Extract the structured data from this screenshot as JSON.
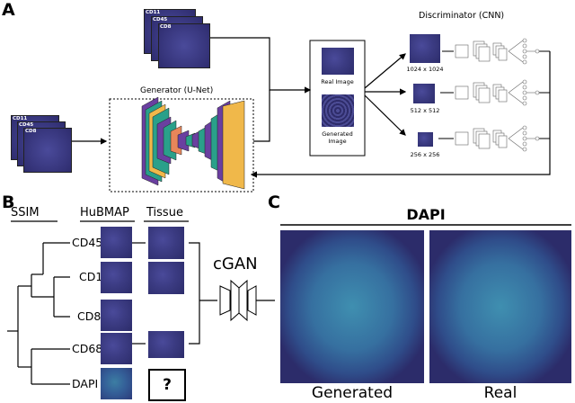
{
  "panels": {
    "a": "A",
    "b": "B",
    "c": "C"
  },
  "panel_a": {
    "stack_labels": [
      "CD11",
      "CD45",
      "CD8"
    ],
    "generator_label": "Generator (U-Net)",
    "discriminator_label": "Discriminator (CNN)",
    "real_image_label": "Real Image",
    "generated_image_label": "Generated Image",
    "scales": [
      "1024 x 1024",
      "512 x 512",
      "256 x 256"
    ]
  },
  "panel_b": {
    "headers": {
      "ssim": "SSIM",
      "hubmap": "HuBMAP",
      "tissue": "Tissue"
    },
    "markers": [
      "CD45",
      "CD1",
      "CD8",
      "CD68",
      "DAPI"
    ],
    "unknown": "?",
    "cgan": "cGAN"
  },
  "panel_c": {
    "title": "DAPI",
    "captions": [
      "Generated",
      "Real"
    ]
  },
  "colors": {
    "tile_purple": "#3b3b82",
    "tile_teal": "#345f98",
    "unet_yellow": "#f0b84a",
    "unet_teal": "#2aa08a",
    "unet_purple": "#6a3fa0"
  }
}
